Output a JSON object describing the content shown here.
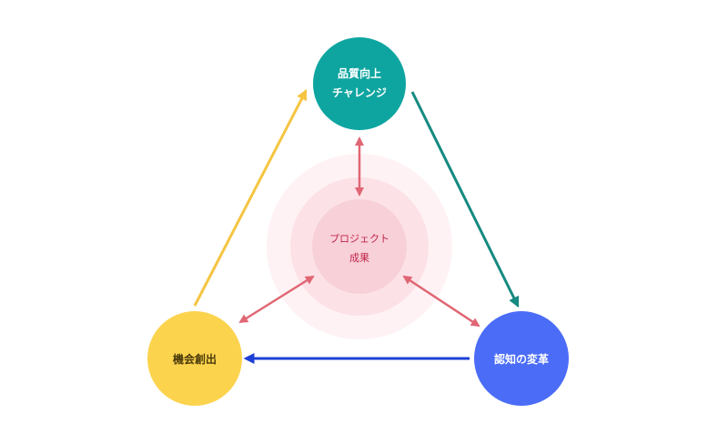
{
  "nodes": {
    "top": {
      "line1": "品質向上",
      "line2": "チャレンジ",
      "color": "#0ea5a0"
    },
    "right": {
      "label": "認知の変革",
      "color": "#4a6cf7"
    },
    "left": {
      "label": "機会創出",
      "color": "#fcd34d"
    },
    "center": {
      "line1": "プロジェクト",
      "line2": "成果",
      "color": "#f8d7de",
      "text_color": "#c0264a"
    }
  },
  "colors": {
    "top_to_right_arrow": "#158a80",
    "right_to_left_arrow": "#1d40d6",
    "left_to_top_arrow": "#f5c542",
    "center_arrows": "#e06673",
    "top_text": "#ffffff",
    "right_text": "#ffffff",
    "left_text": "#4a3a0a"
  }
}
